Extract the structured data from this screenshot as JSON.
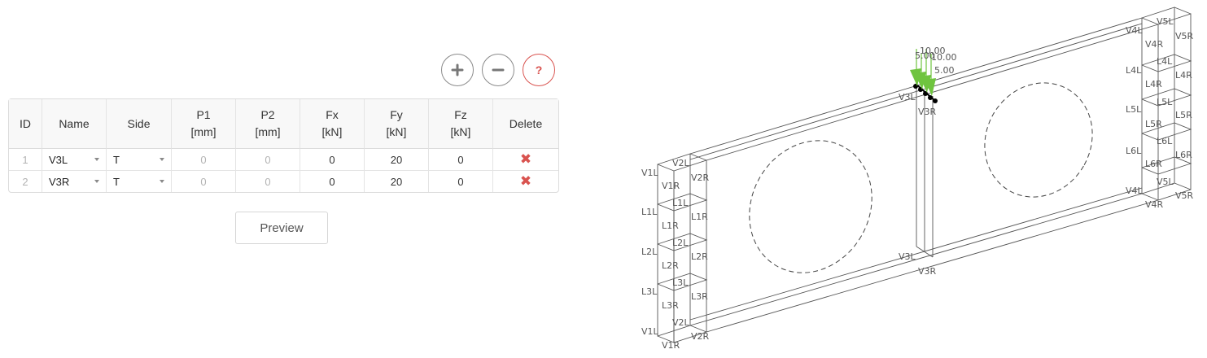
{
  "toolbar": {
    "add_icon": "plus-icon",
    "remove_icon": "minus-icon",
    "help_label": "?"
  },
  "table": {
    "headers": [
      {
        "line1": "ID",
        "line2": ""
      },
      {
        "line1": "Name",
        "line2": ""
      },
      {
        "line1": "Side",
        "line2": ""
      },
      {
        "line1": "P1",
        "line2": "[mm]"
      },
      {
        "line1": "P2",
        "line2": "[mm]"
      },
      {
        "line1": "Fx",
        "line2": "[kN]"
      },
      {
        "line1": "Fy",
        "line2": "[kN]"
      },
      {
        "line1": "Fz",
        "line2": "[kN]"
      },
      {
        "line1": "Delete",
        "line2": ""
      }
    ],
    "rows": [
      {
        "id": "1",
        "name": "V3L",
        "side": "T",
        "p1": "0",
        "p2": "0",
        "fx": "0",
        "fy": "20",
        "fz": "0",
        "delete_icon": "close-icon"
      },
      {
        "id": "2",
        "name": "V3R",
        "side": "T",
        "p1": "0",
        "p2": "0",
        "fx": "0",
        "fy": "20",
        "fz": "0",
        "delete_icon": "close-icon"
      }
    ]
  },
  "preview_label": "Preview",
  "view": {
    "load_labels": [
      "10.00",
      "5.00",
      "10.00",
      "5.00"
    ],
    "labels": {
      "v1l": "V1L",
      "v1r": "V1R",
      "v2l": "V2L",
      "v2r": "V2R",
      "l1l": "L1L",
      "l1r": "L1R",
      "l2l": "L2L",
      "l2r": "L2R",
      "l3l": "L3L",
      "l3r": "L3R",
      "v3l": "V3L",
      "v3r": "V3R",
      "v4l": "V4L",
      "v4r": "V4R",
      "v5l": "V5L",
      "v5r": "V5R",
      "l4l": "L4L",
      "l4r": "L4R",
      "l5l": "L5L",
      "l5r": "L5R",
      "l6l": "L6L",
      "l6r": "L6R"
    },
    "colors": {
      "load": "#6fc43f",
      "line": "#555555",
      "hole": "#444444"
    }
  }
}
